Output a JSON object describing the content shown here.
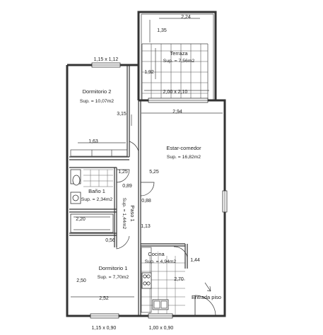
{
  "rooms": {
    "terraza": {
      "name": "Terraza",
      "area": "Sup. = 7,56m2"
    },
    "dormitorio2": {
      "name": "Dormitorio 2",
      "area": "Sup. = 10,07m2"
    },
    "estar": {
      "name": "Estar-comedor",
      "area": "Sup. = 16,82m2"
    },
    "bano": {
      "name": "Baño 1",
      "area": "Sup. = 2,34m2"
    },
    "paso": {
      "name": "Paso 1",
      "area": "Sup. = 1,44m2"
    },
    "cocina": {
      "name": "Cocina",
      "area": "Sup. = 4,94m2"
    },
    "dormitorio1": {
      "name": "Dormitorio 1",
      "area": "Sup. = 7,70m2"
    }
  },
  "dimensions": {
    "terrace_width": "2,24",
    "terrace_height": "1,35",
    "terrace_inner_height": "1,92",
    "terrace_base": "2,00 x 2,10",
    "window_top": "1,15 x 1,12",
    "dorm2_height": "3,15",
    "estar_width": "2,94",
    "dorm2_width": "1,63",
    "estar_height": "5,25",
    "bath_depth": "1,25",
    "bath_door": "0,89",
    "hall_door": "0,88",
    "bath_width": "2,20",
    "hall_width": "1,13",
    "dorm1_door": "0,56",
    "kitchen_width": "1,44",
    "dorm1_height": "2,50",
    "kitchen_length": "2,70",
    "dorm1_width": "2,52",
    "window_bottom_left": "1,15 x 0,90",
    "window_bottom_right": "1,00 x 0,90"
  },
  "labels": {
    "entrance": "Entrada piso"
  }
}
